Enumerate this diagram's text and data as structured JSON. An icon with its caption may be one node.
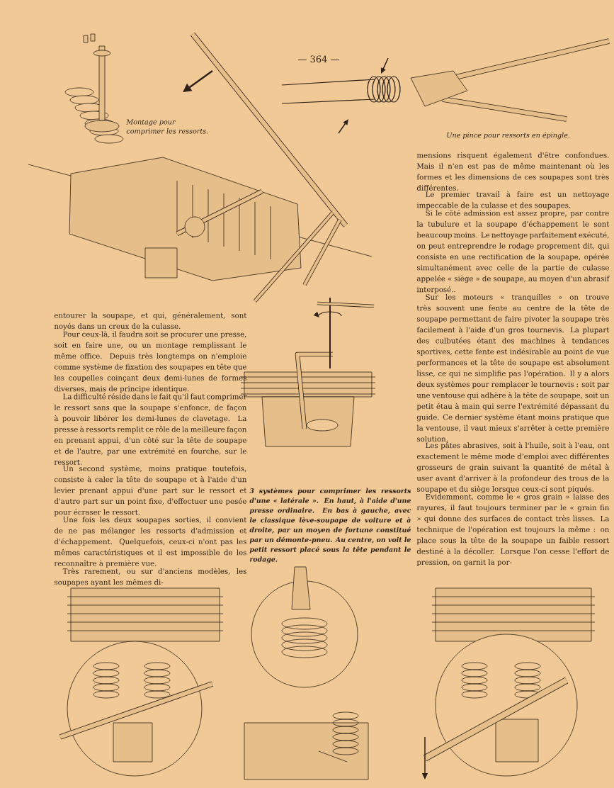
{
  "diagram": {
    "labels": [
      "— 364 —",
      "Montage pour comprimer les ressorts.",
      "Une pince pour ressorts en épingle.",
      "entourer la soupape, et qui, généralement, sont noyés dans un creux de la culasse.",
      "Pour ceux-là, il faudra soit se procurer une presse, soit en faire une, ou un montage remplissant le même office. Depuis très longtemps on n'emploie comme système de fixation des soupapes en tête que les coupelles coinçant deux demi-lunes de formes diverses, mais de principe identique.",
      "La difficulté réside dans le fait qu'il faut comprimer le ressort sans que la soupape s'enfonce, de façon à pouvoir libérer les demi-lunes de clavetage. La presse à ressorts remplit ce rôle de la meilleure façon en prenant appui, d'un côté sur la tête de soupape et de l'autre, par une extrémité en fourche, sur le ressort.",
      "Un second système, moins pratique toutefois, consiste à caler la tête de soupape et à l'aide d'un levier prenant appui d'une part sur le ressort et d'autre part sur un point fixe, d'effectuer une pesée pour écraser le ressort.",
      "Une fois les deux soupapes sorties, il convient de ne pas mélanger les ressorts d'admission et d'échappement. Quelquefois, ceux-ci n'ont pas les mêmes caractéristiques et il est impossible de les reconnaître à première vue.",
      "Très rarement, ou sur d'anciens modèles, les soupapes ayant les mêmes di-",
      "3 systèmes pour comprimer les ressorts d'une « latérale ». En haut, à l'aide d'une presse ordinaire. En bas à gauche, avec le classique lève-soupape de voiture et à droite, par un moyen de fortune constitué par un démonte-pneu. Au centre, on voit le petit ressort placé sous la tête pendant le rodage.",
      "mensions risquent également d'être confondues. Mais il n'en est pas de même maintenant où les formes et les dimensions de ces soupapes sont très différentes.",
      "Le premier travail à faire est un nettoyage impeccable de la culasse et des soupapes.",
      "Si le côté admission est assez propre, par contre la tubulure et la soupape d'échappement le sont beaucoup moins. Le nettoyage parfaitement exécuté, on peut entreprendre le rodage proprement dit, qui consiste en une rectification de la soupape, opérée simultanément avec celle de la partie de culasse appelée « siège » de soupape, au moyen d'un abrasif interposé..",
      "Sur les moteurs « tranquilles » on trouve très souvent une fente au centre de la tête de soupape permettant de faire pivoter la soupape très facilement à l'aide d'un gros tournevis. La plupart des culbutées étant des machines à tendances sportives, cette fente est indésirable au point de vue performances et la tête de soupape est absolument lisse, ce qui ne simplifie pas l'opération. Il y a alors deux systèmes pour remplacer le tournevis : soit par une ventouse qui adhère à la tête de soupape, soit un petit étau à main qui serre l'extrémité dépassant du guide. Ce dernier système étant moins pratique que la ventouse, il vaut mieux s'arrêter à cette première solution.",
      "Les pâtes abrasives, soit à l'huile, soit à l'eau, ont exactement le même mode d'emploi avec différentes grosseurs de grain suivant la quantité de métal à user avant d'arriver à la profondeur des trous de la soupape et du siège lorsque ceux-ci sont piqués.",
      "Evidemment, comme le « gros grain » laisse des rayures, il faut toujours terminer par le « grain fin » qui donne des surfaces de contact très lisses. La technique de l'opération est toujours la même : on place sous la tête de la soupape un faible ressort destiné à la décoller. Lorsque l'on cesse l'effort de pression, on garnit la por-"
    ]
  }
}
